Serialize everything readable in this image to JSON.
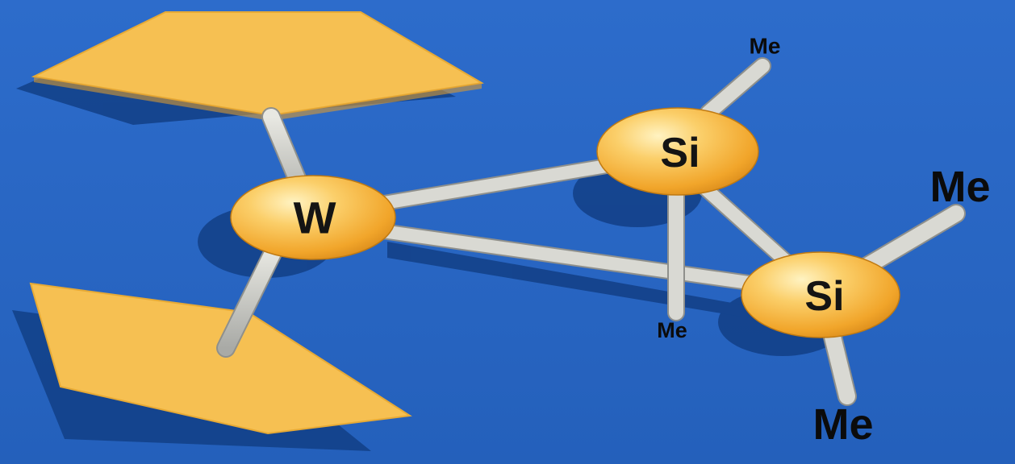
{
  "molecule": {
    "center_atom": "W",
    "silicon_atoms": [
      "Si",
      "Si"
    ],
    "methyl_labels": [
      "Me",
      "Me",
      "Me",
      "Me"
    ]
  },
  "colors": {
    "background": "#2a68c4",
    "atom": "#f3a82c",
    "ring": "#f6c052",
    "bond": "#c8c8c0",
    "text": "#141414"
  }
}
